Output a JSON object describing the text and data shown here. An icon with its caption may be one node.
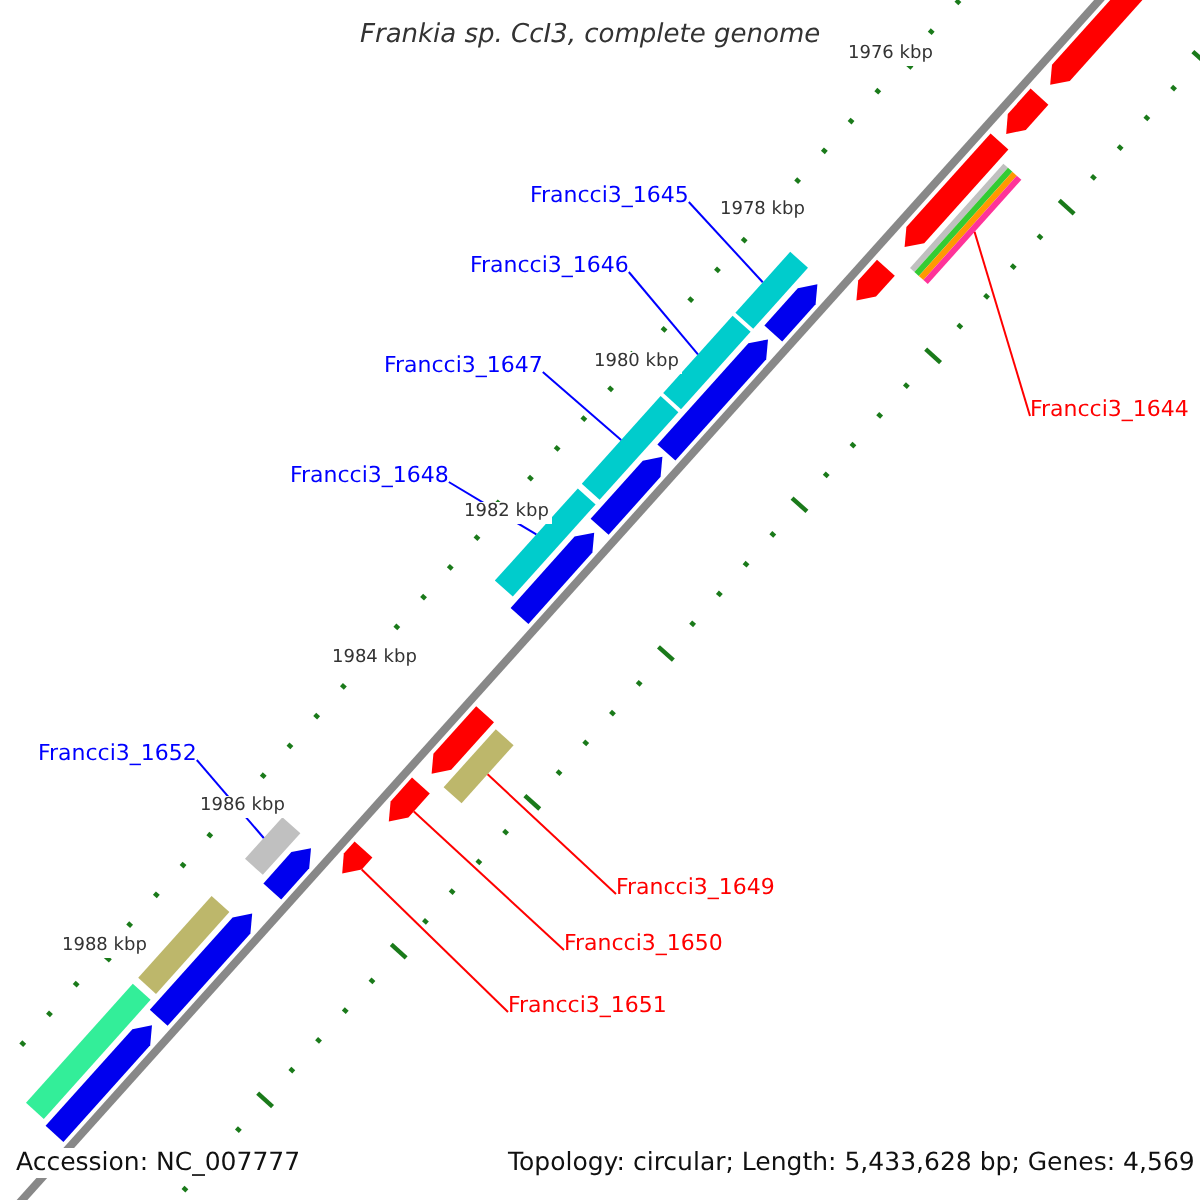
{
  "diagram": {
    "title": "Frankia sp. CcI3, complete genome",
    "nodes": [
      {
        "text": [
          "Francci3_1645"
        ]
      },
      {
        "text": [
          "Francci3_1646"
        ]
      },
      {
        "text": [
          "Francci3_1647"
        ]
      },
      {
        "text": [
          "Francci3_1644"
        ]
      },
      {
        "text": [
          "Francci3_1648"
        ]
      },
      {
        "text": [
          "Francci3_1652"
        ]
      },
      {
        "text": [
          "Francci3_1649"
        ]
      },
      {
        "text": [
          "Francci3_1650"
        ]
      },
      {
        "text": [
          "Francci3_1651"
        ]
      },
      {
        "text": [],
        "shape": "pentagon"
      },
      {
        "text": [],
        "shape": "pentagon"
      },
      {
        "text": [],
        "shape": "pentagon"
      },
      {
        "text": [],
        "shape": "bar"
      },
      {
        "text": [],
        "shape": "pentagon"
      },
      {
        "text": [],
        "shape": "pentagon"
      },
      {
        "text": [],
        "shape": "bar"
      },
      {
        "text": [],
        "shape": "bar"
      },
      {
        "text": [],
        "shape": "pentagon"
      },
      {
        "text": [],
        "shape": "bar"
      },
      {
        "text": [],
        "shape": "pentagon"
      },
      {
        "text": [],
        "shape": "bar"
      },
      {
        "text": [],
        "shape": "pentagon"
      },
      {
        "text": [],
        "shape": "pentagon"
      },
      {
        "text": [],
        "shape": "bar"
      },
      {
        "text": [],
        "shape": "pentagon"
      },
      {
        "text": [],
        "shape": "pentagon"
      },
      {
        "text": [],
        "shape": "bar"
      },
      {
        "text": [],
        "shape": "pentagon"
      },
      {
        "text": [],
        "shape": "bar"
      },
      {
        "text": [],
        "shape": "pentagon"
      },
      {
        "text": [],
        "shape": "bar"
      },
      {
        "text": [],
        "shape": "pentagon"
      }
    ],
    "edges": [
      {
        "from": 0,
        "to": 15,
        "arrow": "none"
      },
      {
        "from": 1,
        "to": 16,
        "arrow": "none"
      },
      {
        "from": 2,
        "to": 18,
        "arrow": "none"
      },
      {
        "from": 3,
        "to": 12,
        "arrow": "none",
        "color": "#ff0000"
      },
      {
        "from": 4,
        "to": 20,
        "arrow": "none"
      },
      {
        "from": 5,
        "to": 26,
        "arrow": "none"
      },
      {
        "from": 6,
        "to": 23,
        "arrow": "none",
        "color": "#ff0000"
      },
      {
        "from": 7,
        "to": 24,
        "arrow": "none",
        "color": "#ff0000"
      },
      {
        "from": 8,
        "to": 25,
        "arrow": "none",
        "color": "#ff0000"
      }
    ],
    "labels": [
      "1976 kbp",
      "1978 kbp",
      "1980 kbp",
      "1982 kbp",
      "1984 kbp",
      "1986 kbp",
      "1988 kbp",
      "Accession: NC_007777",
      "Topology: circular; Length: 5,433,628 bp; Genes: 4,569"
    ]
  }
}
